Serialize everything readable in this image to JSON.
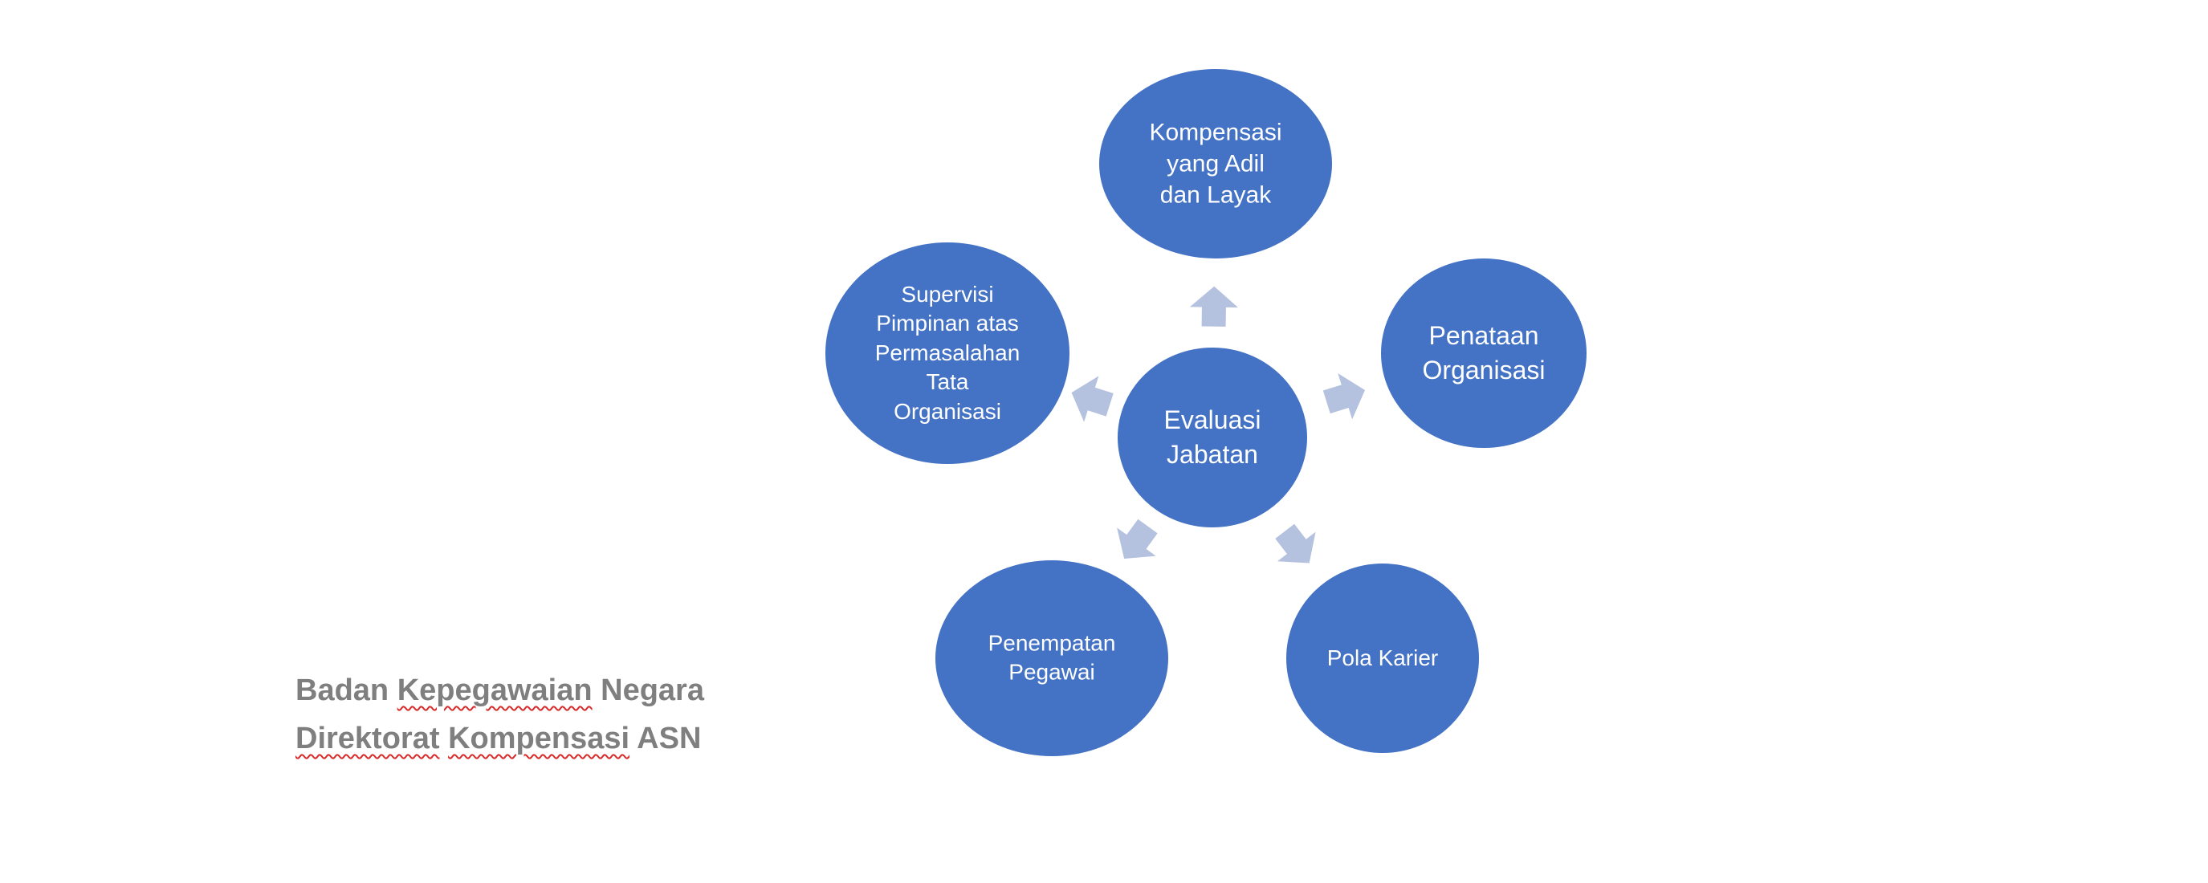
{
  "colors": {
    "node_fill": "#4472c4",
    "arrow_fill": "#b4c1df",
    "footer_text": "#7f7f7f",
    "spellcheck_underline": "#d92a2a"
  },
  "diagram": {
    "center": {
      "label": "Evaluasi\nJabatan"
    },
    "nodes": [
      {
        "id": "kompensasi",
        "label": "Kompensasi\nyang Adil\ndan Layak"
      },
      {
        "id": "penataan",
        "label": "Penataan\nOrganisasi"
      },
      {
        "id": "pola-karier",
        "label": "Pola Karier"
      },
      {
        "id": "penempatan",
        "label": "Penempatan\nPegawai"
      },
      {
        "id": "supervisi",
        "label": "Supervisi\nPimpinan atas\nPermasalahan\nTata\nOrganisasi"
      }
    ]
  },
  "footer": {
    "line1_part1": "Badan ",
    "line1_part2": "Kepegawaian",
    "line1_part3": " Negara",
    "line2_part1": "Direktorat",
    "line2_part2": " ",
    "line2_part3": "Kompensasi",
    "line2_part4": " ASN"
  }
}
